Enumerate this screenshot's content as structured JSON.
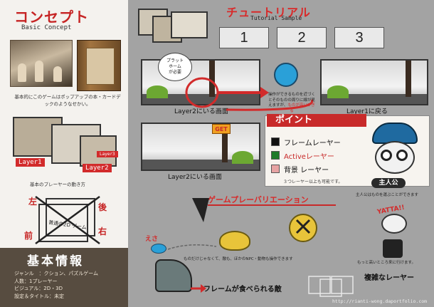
{
  "left": {
    "concept_title": "コンセプト",
    "concept_subtitle": "Basic Concept",
    "concept_description": "基本的にこのゲームはポップアップの本・カードデックのようなせかい。",
    "layer_tags": [
      "Layer1",
      "Layer2",
      "Layer3"
    ],
    "layers_caption": "基本のプレーヤーの動き方",
    "axis_labels": {
      "top_left": "左",
      "top_right": "後",
      "bottom_left": "前",
      "bottom_right": "右",
      "center": "普通の2D ゲーム"
    },
    "info": {
      "title": "基本情報",
      "lines": [
        "ジャンル　：クション、パズルゲーム",
        "人数：1プレーヤー",
        "ビジュアル：2D・3D",
        "設定＆タイトル：未定"
      ]
    }
  },
  "tutorial": {
    "title": "チュートリアル",
    "subtitle": "Tutorial Sample",
    "steps": [
      "1",
      "2",
      "3"
    ],
    "speech_bubble": "プラット\nホーム\nが必要",
    "operation_text_main": "操作ができるものを近づくとそのものの周りに線が見えますが、",
    "operation_text_highlight": "ものが高いすぎる",
    "captions": {
      "layer2_top": "Layer2にいる画面",
      "layer1_back": "Layer1に戻る",
      "layer2_bottom": "Layer2にいる画面"
    },
    "get_badge": "GET"
  },
  "points": {
    "title": "ポイント",
    "legend": [
      {
        "label": "フレームレーヤー",
        "color": "#111111"
      },
      {
        "label": "Activeレーヤー",
        "color": "#1e7a2a"
      },
      {
        "label": "背景 レーヤー",
        "color": "#e7a3a3"
      }
    ],
    "note": "３つレーヤー以上も可能です。",
    "hero_badge": "主人公",
    "hero_description": "主人公はものを運ぶことができます"
  },
  "variation": {
    "title": "ゲームプレーバリエーション",
    "esa_label": "えさ",
    "caption_middle": "ものだけじゃなくて、敵も、ほかのNPC・動物も操作できます",
    "caption_right": "もっと高いところ来に行けます。",
    "yatta": "YATTA!!",
    "eat_banner": "フレームが食べられる敵",
    "multi_layer": "複雑なレーヤー"
  },
  "footer": {
    "url": "http://rianti-wong.daportfolio.com"
  },
  "colors": {
    "accent_red": "#c82a2a",
    "info_bg": "#574c40",
    "right_bg": "#a3a3a3",
    "left_bg": "#f4f2ee"
  }
}
